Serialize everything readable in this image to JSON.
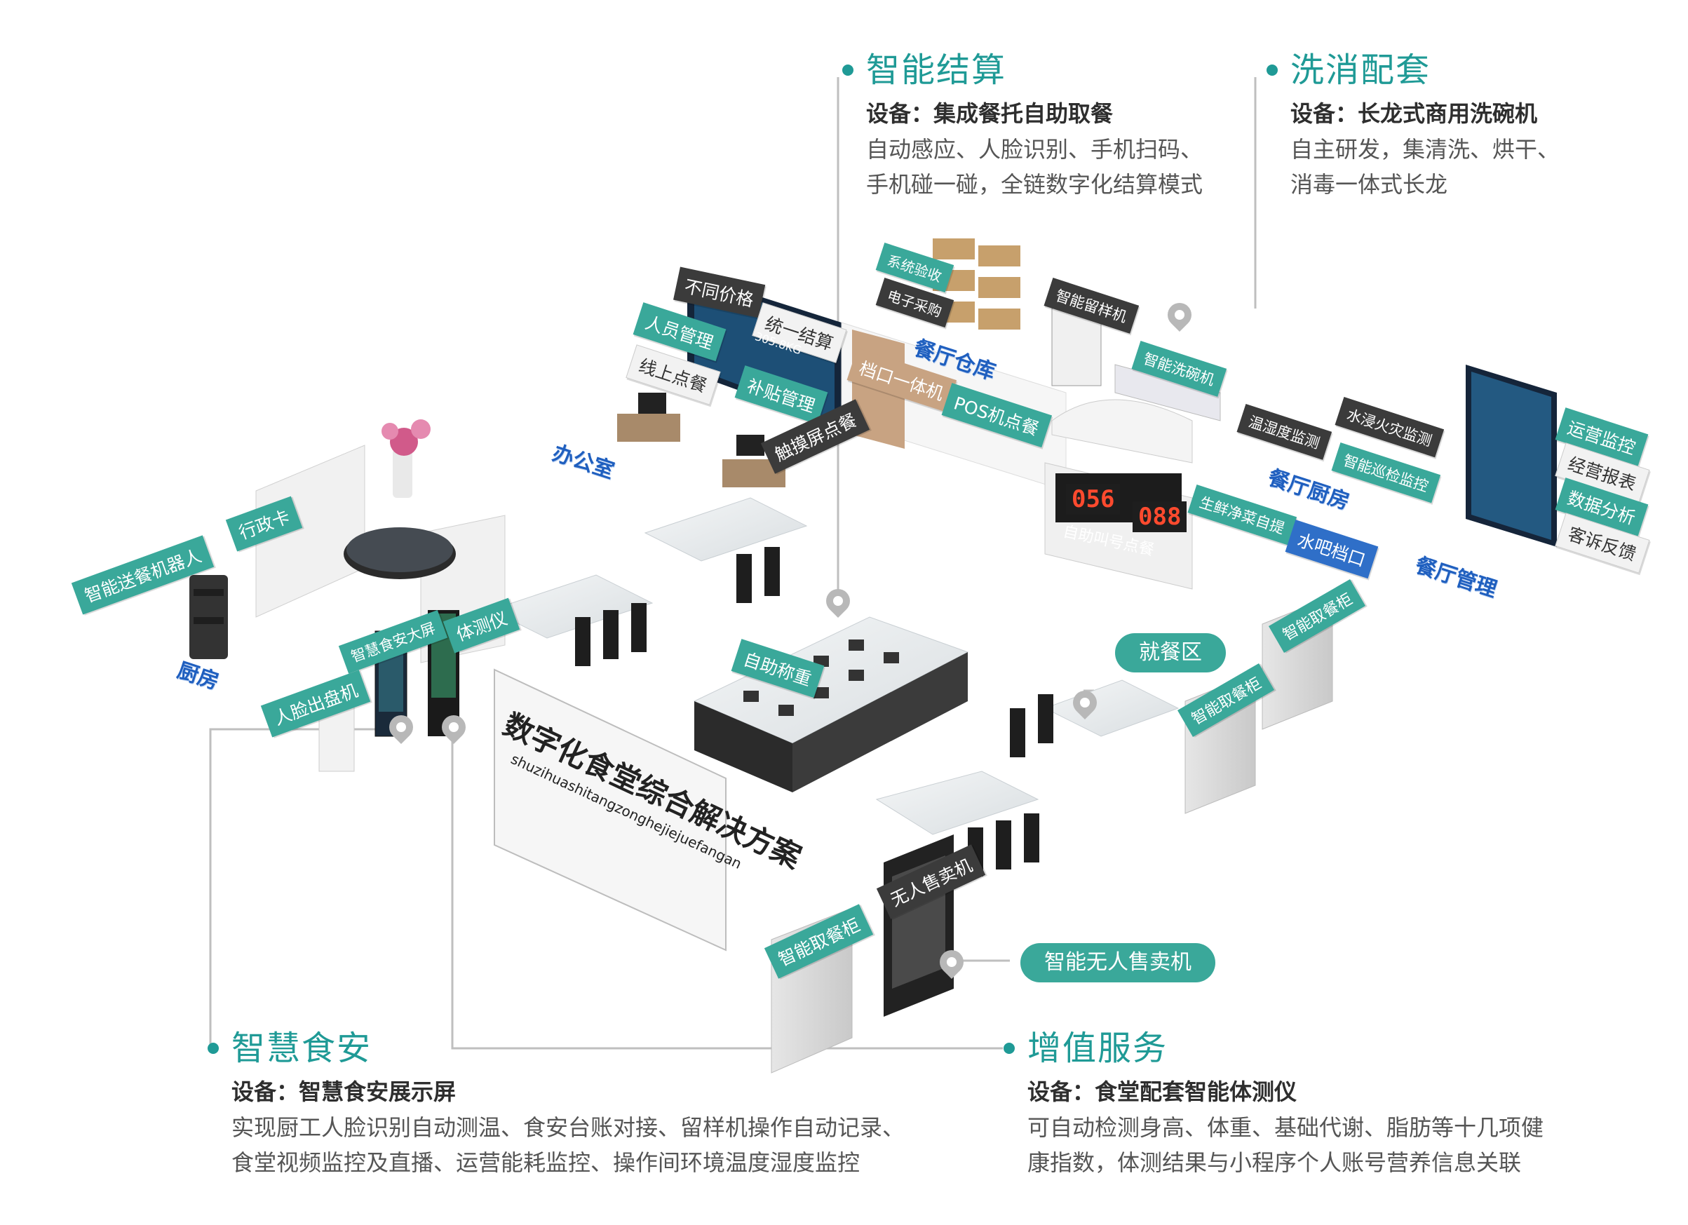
{
  "callouts": {
    "settlement": {
      "title": "智能结算",
      "equipment": "设备：集成餐托自助取餐",
      "desc_lines": [
        "自动感应、人脸识别、手机扫码、",
        "手机碰一碰，全链数字化结算模式"
      ]
    },
    "dishwashing": {
      "title": "洗消配套",
      "equipment": "设备：长龙式商用洗碗机",
      "desc_lines": [
        "自主研发，集清洗、烘干、",
        "消毒一体式长龙"
      ]
    },
    "food_safety": {
      "title": "智慧食安",
      "equipment": "设备：智慧食安展示屏",
      "desc_lines": [
        "实现厨工人脸识别自动测温、食安台账对接、留样机操作自动记录、",
        "食堂视频监控及直播、运营能耗监控、操作间环境温度湿度监控"
      ]
    },
    "value_added": {
      "title": "增值服务",
      "equipment": "设备：食堂配套智能体测仪",
      "desc_lines": [
        "可自动检测身高、体重、基础代谢、脂肪等十几项健",
        "康指数，体测结果与小程序个人账号营养信息关联"
      ]
    }
  },
  "pills": {
    "dining_area": "就餐区",
    "vending": "智能无人售卖机"
  },
  "zones": {
    "office": "办公室",
    "kitchen": "厨房",
    "warehouse": "餐厅仓库",
    "restaurant_kitchen": "餐厅厨房",
    "restaurant_mgmt": "餐厅管理"
  },
  "tags": {
    "robot": "智能送餐机器人",
    "admin_card": "行政卡",
    "food_safety_screen": "智慧食安大屏",
    "body_tester": "体测仪",
    "face_dish": "人脸出盘机",
    "diff_price": "不同价格",
    "staff_mgmt": "人员管理",
    "unified_settle": "统一结算",
    "online_order": "线上点餐",
    "subsidy": "补贴管理",
    "touch_order": "触摸屏点餐",
    "stall_machine": "档口一体机",
    "pos_order": "POS机点餐",
    "inspection": "系统验收",
    "e_purchase": "电子采购",
    "sample_machine": "智能留样机",
    "dishwasher": "智能洗碗机",
    "humidity": "温湿度监测",
    "flood_fire": "水浸火灾监测",
    "patrol": "智能巡检监控",
    "ops_monitor": "运营监控",
    "biz_report": "经营报表",
    "data_analysis": "数据分析",
    "complaint": "客诉反馈",
    "fresh_veg": "生鲜净菜自提",
    "water_bar": "水吧档口",
    "self_weigh": "自助称重",
    "smart_locker_right1": "智能取餐柜",
    "smart_locker_right2": "智能取餐柜",
    "smart_locker_front": "智能取餐柜",
    "vending_machine": "无人售卖机",
    "auto_call": "自助叫号点餐",
    "led_left": "056",
    "led_right": "088",
    "screen_weight": "305.8KG"
  },
  "board": {
    "title": "数字化食堂综合解决方案",
    "subtitle": "shuzihuashitangzonghejiejuefangan"
  },
  "colors": {
    "accent": "#1f9a96",
    "tag": "#3aa89a",
    "zone": "#1f5fbf"
  }
}
